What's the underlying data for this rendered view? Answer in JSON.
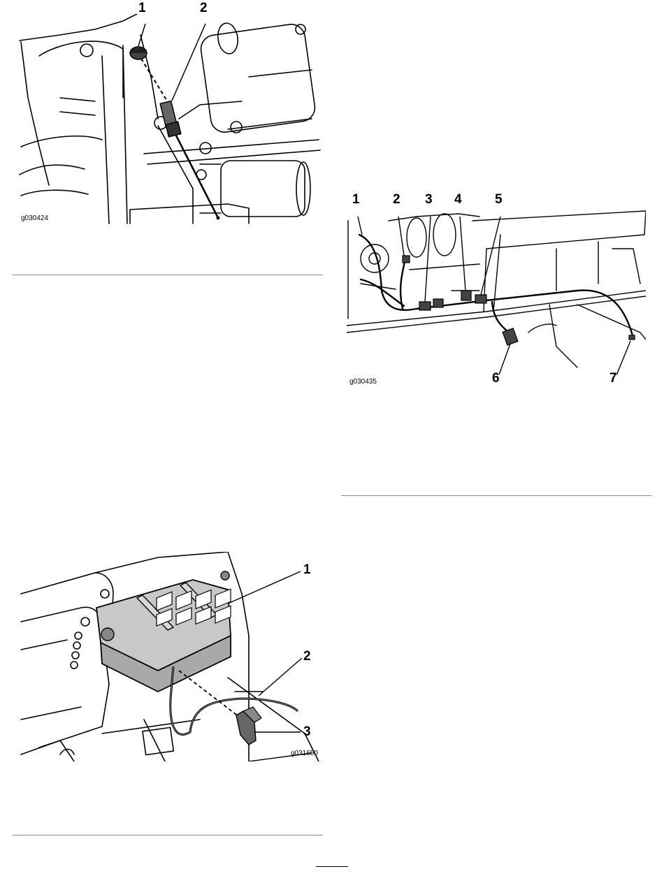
{
  "figures": [
    {
      "id": "g030424",
      "callouts": [
        "1",
        "2"
      ]
    },
    {
      "id": "g030435",
      "callouts": [
        "1",
        "2",
        "3",
        "4",
        "5",
        "6",
        "7"
      ]
    },
    {
      "id": "g031650",
      "callouts": [
        "1",
        "2",
        "3"
      ]
    }
  ]
}
